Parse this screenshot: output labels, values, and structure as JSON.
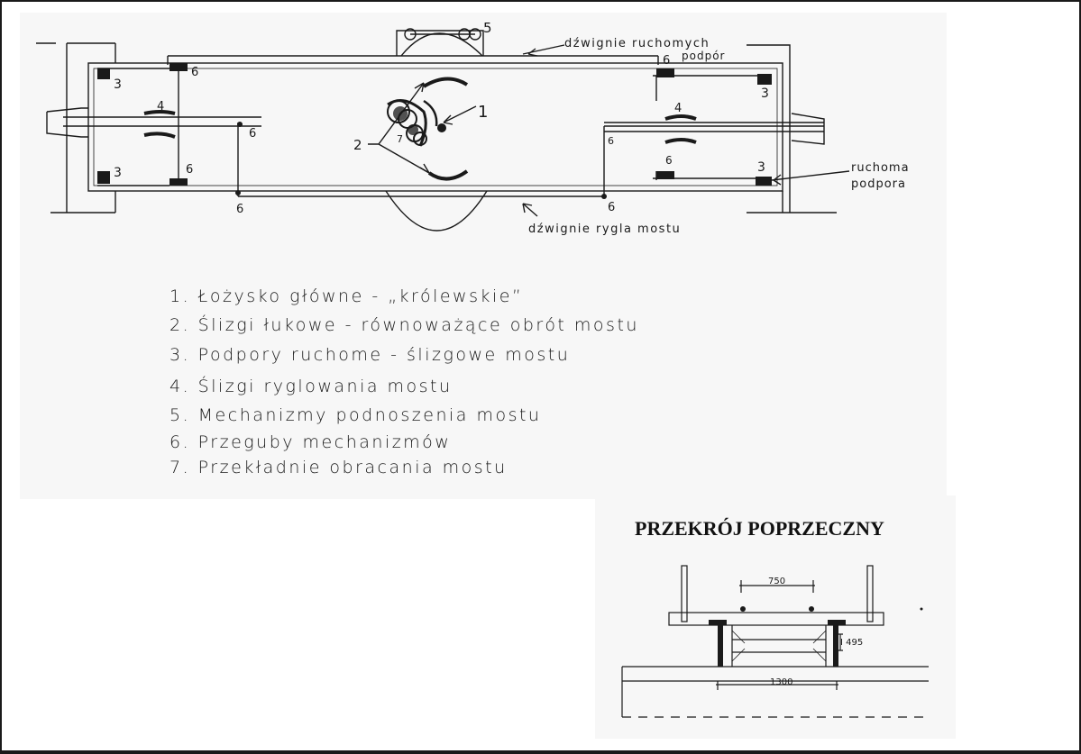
{
  "plan": {
    "labels": {
      "n1": "1",
      "n2": "2",
      "n3a": "3",
      "n3b": "3",
      "n3c": "3",
      "n3d": "3",
      "n4a": "4",
      "n4b": "4",
      "n5": "5",
      "n6a": "6",
      "n6b": "6",
      "n6c": "6",
      "n6d": "6",
      "n6e": "6",
      "n6f": "6",
      "n6g": "6",
      "n6h": "6",
      "n7": "7",
      "lever_lift_line1": "dźwignie ruchomych",
      "lever_lift_line2": "podpór",
      "moving_support_line1": "ruchoma",
      "moving_support_line2": "podpora",
      "lever_lock": "dźwignie rygla mostu"
    }
  },
  "legend": {
    "items": [
      "1. Łożysko główne - „królewskie”",
      "2. Ślizgi łukowe - równoważące obrót mostu",
      "3. Podpory ruchome - ślizgowe mostu",
      "4. Ślizgi ryglowania mostu",
      "5. Mechanizmy podnoszenia mostu",
      "6. Przeguby mechanizmów",
      "7. Przekładnie obracania mostu"
    ]
  },
  "section": {
    "title": "PRZEKRÓJ POPRZECZNY",
    "dim_750": "750",
    "dim_1300": "1300",
    "dim_495": "I 495"
  }
}
